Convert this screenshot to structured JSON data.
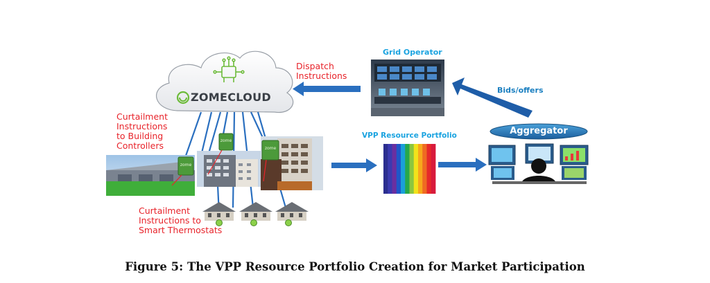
{
  "colors": {
    "arrow_blue": "#2a6fbf",
    "arrow_dark": "#1e5da8",
    "label_red": "#e8232a",
    "label_cyan": "#1aa3e0",
    "brand_green": "#6dbb3a"
  },
  "cloud": {
    "brand_name": "ZOMECLOUD",
    "icon": "circuit-chip-icon"
  },
  "grid_operator": {
    "title": "Grid Operator"
  },
  "dispatch": {
    "label": "Dispatch\nInstructions"
  },
  "bids": {
    "label": "Bids/offers"
  },
  "aggregator": {
    "label": "Aggregator"
  },
  "portfolio": {
    "title": "VPP Resource Portfolio",
    "stripe_colors": [
      "#2b2e8f",
      "#3a3ab0",
      "#6a2fa0",
      "#1f57c8",
      "#1aa0d8",
      "#27a84a",
      "#8cc63f",
      "#f2e21b",
      "#f7a81c",
      "#ef6b22",
      "#e62a2a",
      "#d81b3c"
    ]
  },
  "curtail_buildings": {
    "label": "Curtailment\nInstructions\nto Building\nControllers"
  },
  "curtail_thermostats": {
    "label": "Curtailment\nInstructions to\nSmart Thermostats"
  },
  "controller_box": {
    "label": "zome"
  },
  "caption": "Figure 5: The VPP Resource Portfolio Creation for Market Participation"
}
